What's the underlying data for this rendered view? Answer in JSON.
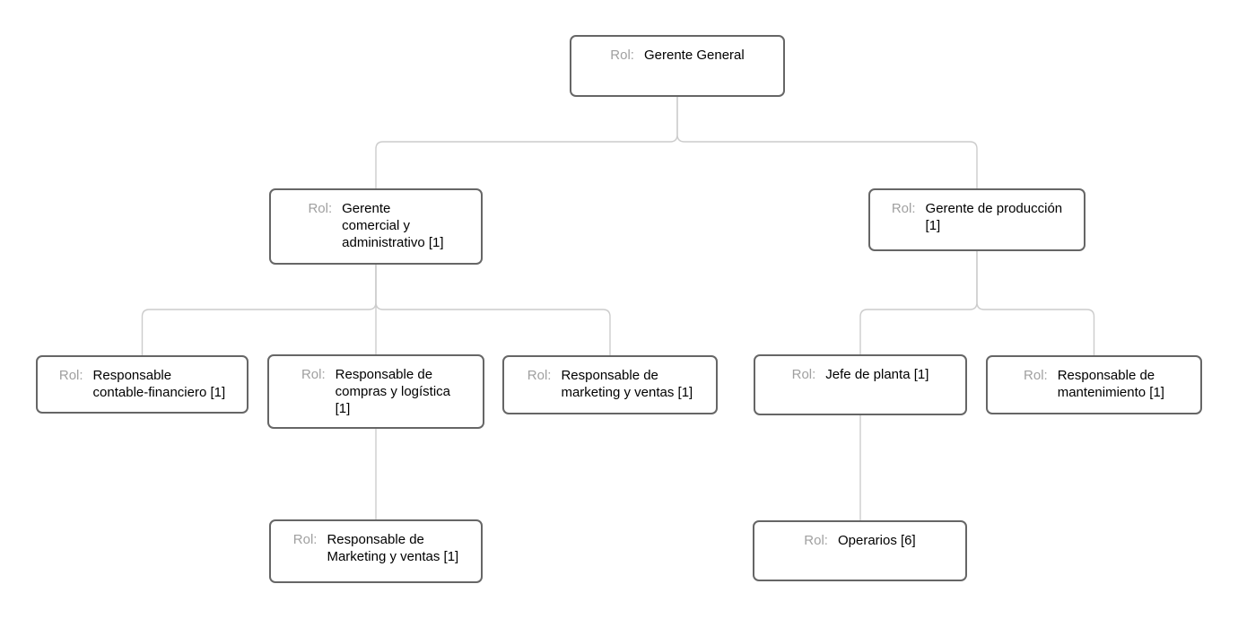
{
  "diagram": {
    "type": "org-chart",
    "role_label": "Rol:",
    "colors": {
      "background": "#ffffff",
      "node_border": "#666666",
      "connector": "#cccccc",
      "role_label_text": "#a0a0a0",
      "role_value_text": "#000000"
    },
    "nodes": [
      {
        "id": "gerente-general",
        "role": "Gerente General"
      },
      {
        "id": "gerente-comercial-administrativo",
        "role": "Gerente\ncomercial y\nadministrativo [1]"
      },
      {
        "id": "gerente-produccion",
        "role": "Gerente de producción\n[1]"
      },
      {
        "id": "responsable-contable-financiero",
        "role": "Responsable\ncontable-financiero [1]"
      },
      {
        "id": "responsable-compras-logistica",
        "role": "Responsable de\ncompras y logística\n[1]"
      },
      {
        "id": "responsable-marketing-ventas",
        "role": "Responsable de\nmarketing y ventas [1]"
      },
      {
        "id": "jefe-de-planta",
        "role": "Jefe de planta [1]"
      },
      {
        "id": "responsable-mantenimiento",
        "role": "Responsable de\nmantenimiento [1]"
      },
      {
        "id": "responsable-marketing-ventas-2",
        "role": "Responsable de\nMarketing y ventas [1]"
      },
      {
        "id": "operarios",
        "role": "Operarios [6]"
      }
    ],
    "edges": [
      {
        "from": "gerente-general",
        "to": "gerente-comercial-administrativo"
      },
      {
        "from": "gerente-general",
        "to": "gerente-produccion"
      },
      {
        "from": "gerente-comercial-administrativo",
        "to": "responsable-contable-financiero"
      },
      {
        "from": "gerente-comercial-administrativo",
        "to": "responsable-compras-logistica"
      },
      {
        "from": "gerente-comercial-administrativo",
        "to": "responsable-marketing-ventas"
      },
      {
        "from": "gerente-produccion",
        "to": "jefe-de-planta"
      },
      {
        "from": "gerente-produccion",
        "to": "responsable-mantenimiento"
      },
      {
        "from": "responsable-compras-logistica",
        "to": "responsable-marketing-ventas-2"
      },
      {
        "from": "jefe-de-planta",
        "to": "operarios"
      }
    ]
  }
}
